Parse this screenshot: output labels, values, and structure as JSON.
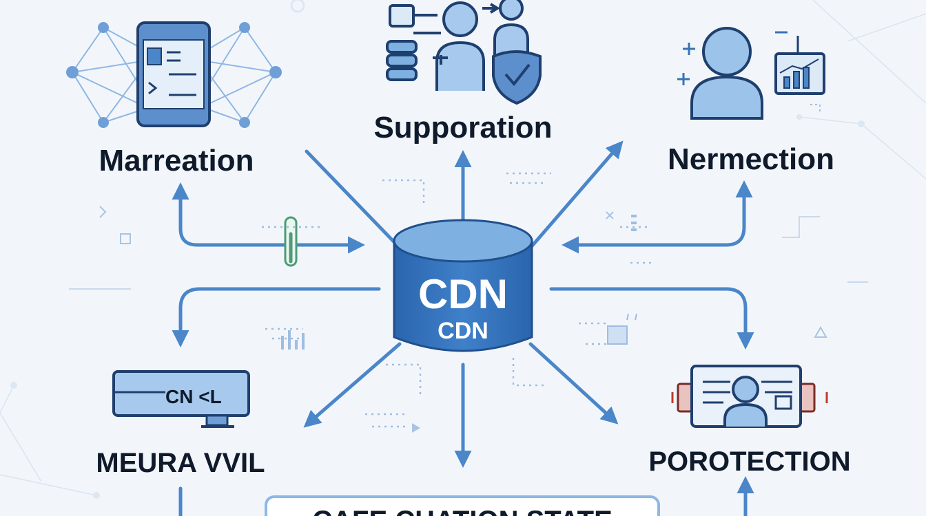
{
  "center": {
    "title": "CDN",
    "subtitle": "CDN"
  },
  "nodes": {
    "marreation": {
      "label": "Marreation",
      "icon": "tablet-network-icon"
    },
    "supporation": {
      "label": "Supporation",
      "icon": "people-shield-icon"
    },
    "nermection": {
      "label": "Nermection",
      "icon": "user-chart-icon"
    },
    "meura": {
      "label": "MEURA VVIL",
      "icon": "monitor-cn-icon",
      "screen_text": "CN <L"
    },
    "porotection": {
      "label": "POROTECTION",
      "icon": "id-card-icon"
    }
  },
  "footer": {
    "label": "CAFE CHATION STATE"
  },
  "colors": {
    "background": "#f2f6fb",
    "accent": "#4a86c8",
    "accent_dark": "#1f5ea8",
    "icon_fill": "#9cc3ea",
    "text": "#0f1a2b",
    "connector_green": "#4f9a78"
  }
}
